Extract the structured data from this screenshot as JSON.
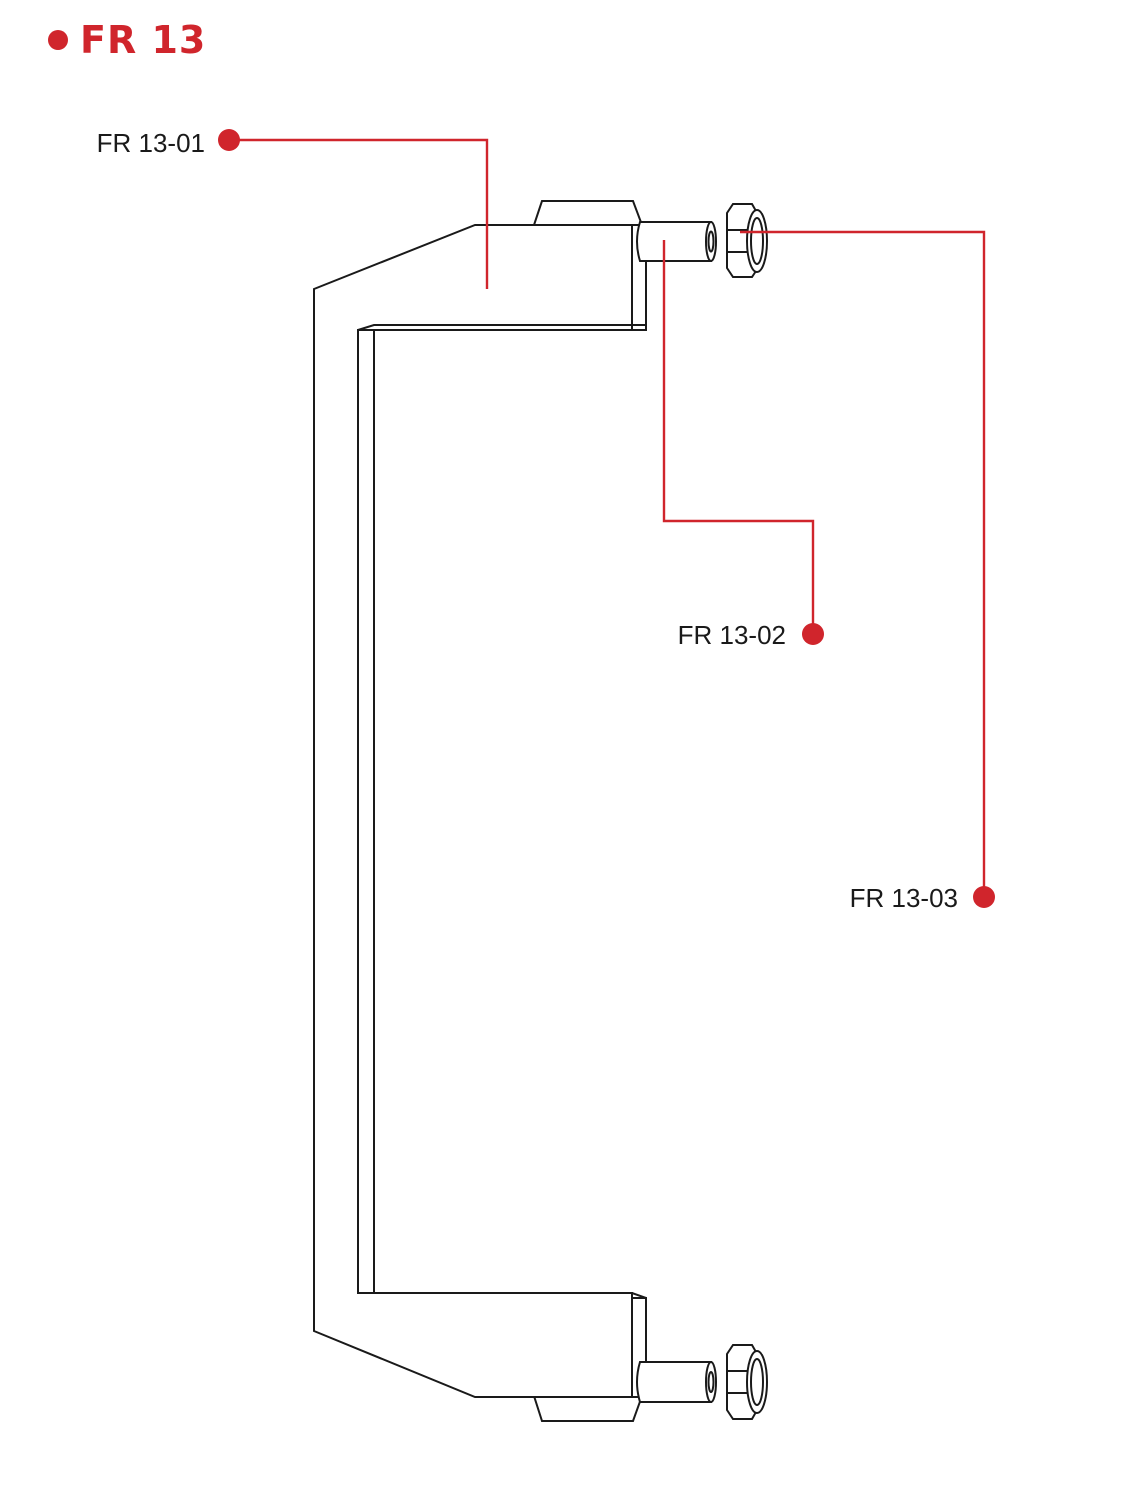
{
  "title": "FR 13",
  "accent_color": "#d0252c",
  "line_color": "#1a1a1a",
  "callouts": [
    {
      "id": "01",
      "label": "FR 13-01"
    },
    {
      "id": "02",
      "label": "FR 13-02"
    },
    {
      "id": "03",
      "label": "FR 13-03"
    }
  ]
}
